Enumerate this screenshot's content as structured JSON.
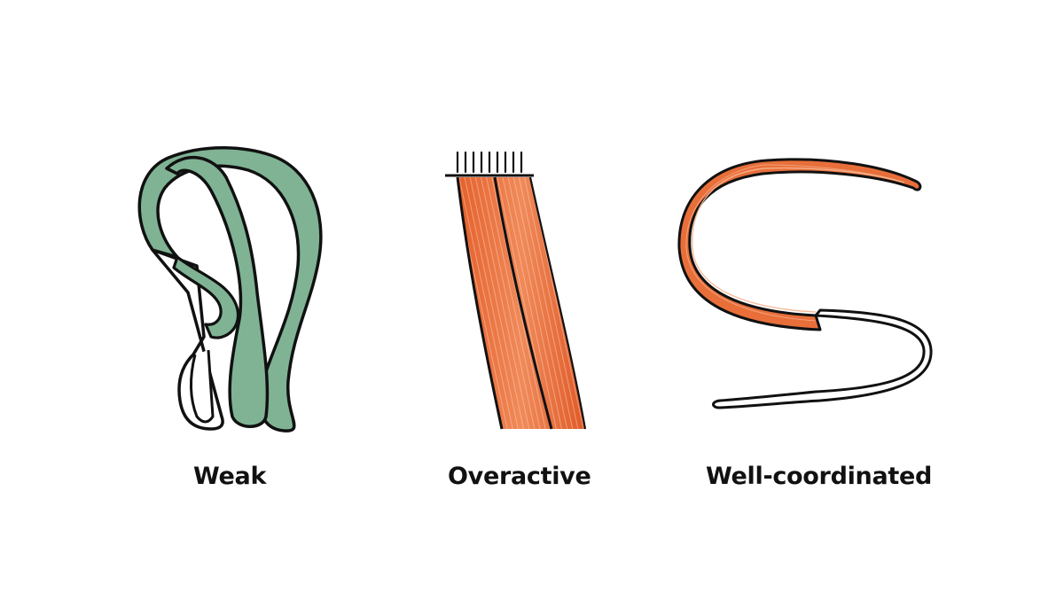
{
  "panels": [
    {
      "id": "weak",
      "label": "Weak",
      "color": "#7fb394",
      "icon": "tangled-band-icon"
    },
    {
      "id": "overactive",
      "label": "Overactive",
      "color": "#e86f3a",
      "icon": "tense-muscle-fibers-icon"
    },
    {
      "id": "well-coordinated",
      "label": "Well-coordinated",
      "color": "#e86f3a",
      "icon": "s-curve-muscle-icon"
    }
  ],
  "colors": {
    "outline": "#111111",
    "band_green": "#7fb394",
    "muscle_orange": "#e86f3a",
    "muscle_highlight": "#f6b490",
    "background": "#ffffff"
  }
}
